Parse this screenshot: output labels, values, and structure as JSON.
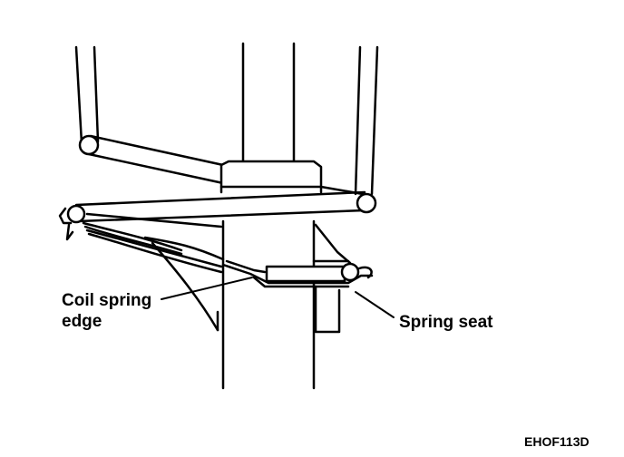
{
  "labels": {
    "coil_spring_line1": "Coil spring",
    "coil_spring_line2": "edge",
    "spring_seat": "Spring seat",
    "figure_code": "EHOF113D"
  },
  "colors": {
    "ink": "#000000",
    "paper": "#ffffff"
  }
}
